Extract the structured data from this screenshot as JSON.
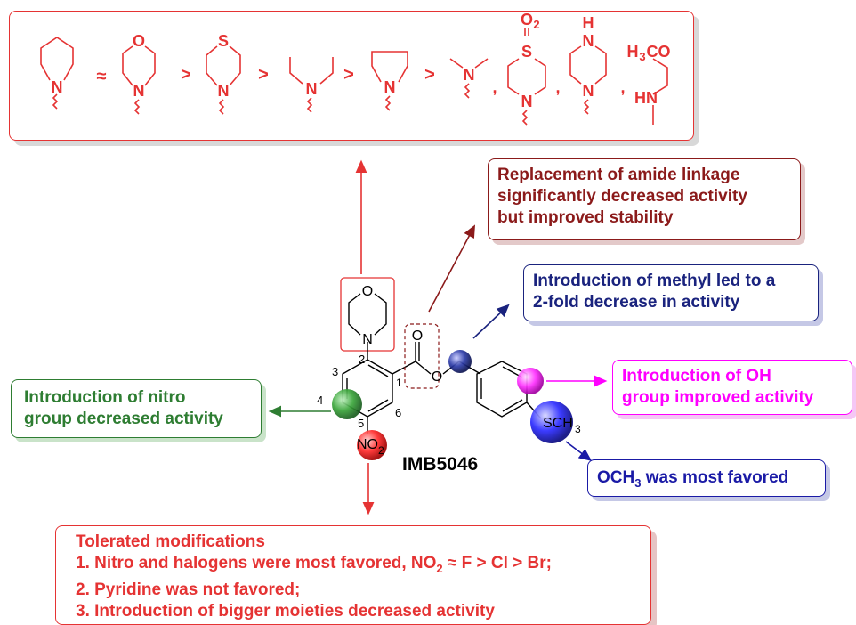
{
  "amines": {
    "n_label": "N",
    "o_label": "O",
    "s_label": "S",
    "o2_label": "O",
    "o2_sub": "2",
    "h_label": "H",
    "hn_label": "HN",
    "h3co_h": "H",
    "h3co_3": "3",
    "h3co_co": "CO",
    "approx": "≈",
    "greater": ">",
    "comma": ","
  },
  "boxes": {
    "amide": {
      "line1": "Replacement of amide linkage",
      "line2": "significantly decreased activity",
      "line3": "but improved stability"
    },
    "methyl": {
      "line1": "Introduction of methyl led to a",
      "line2": "2-fold decrease in activity"
    },
    "oh": {
      "line1": "Introduction of OH",
      "line2": "group improved activity"
    },
    "och3": {
      "pre": "OCH",
      "sub": "3",
      "post": " was most favored"
    },
    "nitro": {
      "line1": "Introduction of nitro",
      "line2": "group decreased activity"
    },
    "tolerated": {
      "title": "Tolerated modifications",
      "item1_pre": "1. Nitro and halogens were most favored, NO",
      "item1_sub": "2",
      "item1_post": " ≈ F > Cl > Br;",
      "item2": "2. Pyridine was not favored;",
      "item3": "3. Introduction of bigger moieties decreased activity"
    }
  },
  "molecule": {
    "name": "IMB5046",
    "morpholine_o": "O",
    "morpholine_n": "N",
    "carbonyl_o": "O",
    "ester_o": "O",
    "nitro_n": "NO",
    "nitro_sub": "2",
    "s_label": "SCH",
    "s_sub": "3",
    "pos2": "2",
    "pos3": "3",
    "pos4": "4",
    "pos5": "5",
    "pos6": "6",
    "pos1": "1"
  },
  "colors": {
    "red": "#e53333",
    "darkred": "#8b1a1a",
    "navy": "#1a237e",
    "blue": "#1a1aa6",
    "magenta": "#ff00ff",
    "green": "#2e7d32"
  }
}
